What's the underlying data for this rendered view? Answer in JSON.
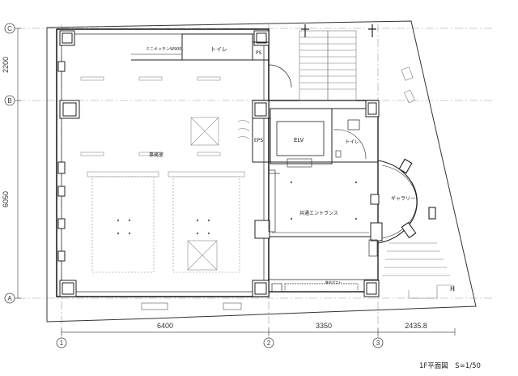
{
  "rooms": {
    "office": "事務室",
    "toilet_top": "トイレ",
    "kitchen": "ミニキッチンW900",
    "ps": "PS",
    "eps": "EPS",
    "elv": "ELV",
    "toilet_right": "トイレ",
    "entrance": "共通エントランス",
    "gallery": "ギャラリー",
    "mailbox": "集合ポスト"
  },
  "grid": {
    "rows": [
      "C",
      "B",
      "A"
    ],
    "cols": [
      "1",
      "2",
      "3"
    ],
    "row_dims": [
      "2200",
      "6050"
    ],
    "col_dims": [
      "6400",
      "3350",
      "2435.8"
    ]
  },
  "caption": "1F平面図　S=1/50",
  "marker": "H"
}
